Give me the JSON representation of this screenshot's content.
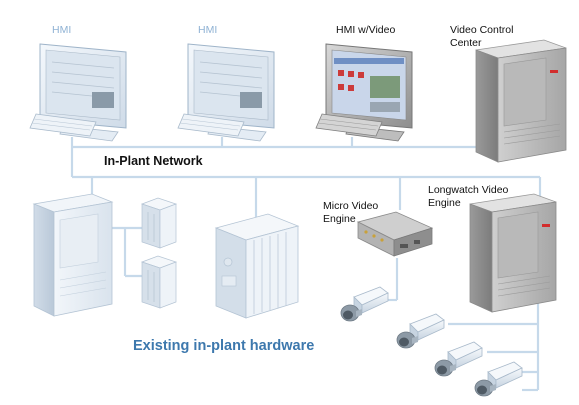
{
  "labels": {
    "hmi_1": "HMI",
    "hmi_2": "HMI",
    "hmi_video": "HMI w/Video",
    "video_control_center": "Video Control\nCenter",
    "in_plant_network": "In-Plant Network",
    "micro_video_engine": "Micro Video\nEngine",
    "longwatch_video_engine": "Longwatch Video\nEngine",
    "existing_hardware": "Existing in-plant hardware"
  },
  "colors": {
    "network_line": "#c6d9ea",
    "hmi_label": "#8fb2d4",
    "caption_blue": "#3d78ad",
    "server_dark": "#a9a9a9",
    "server_light": "#e3eaf2"
  }
}
